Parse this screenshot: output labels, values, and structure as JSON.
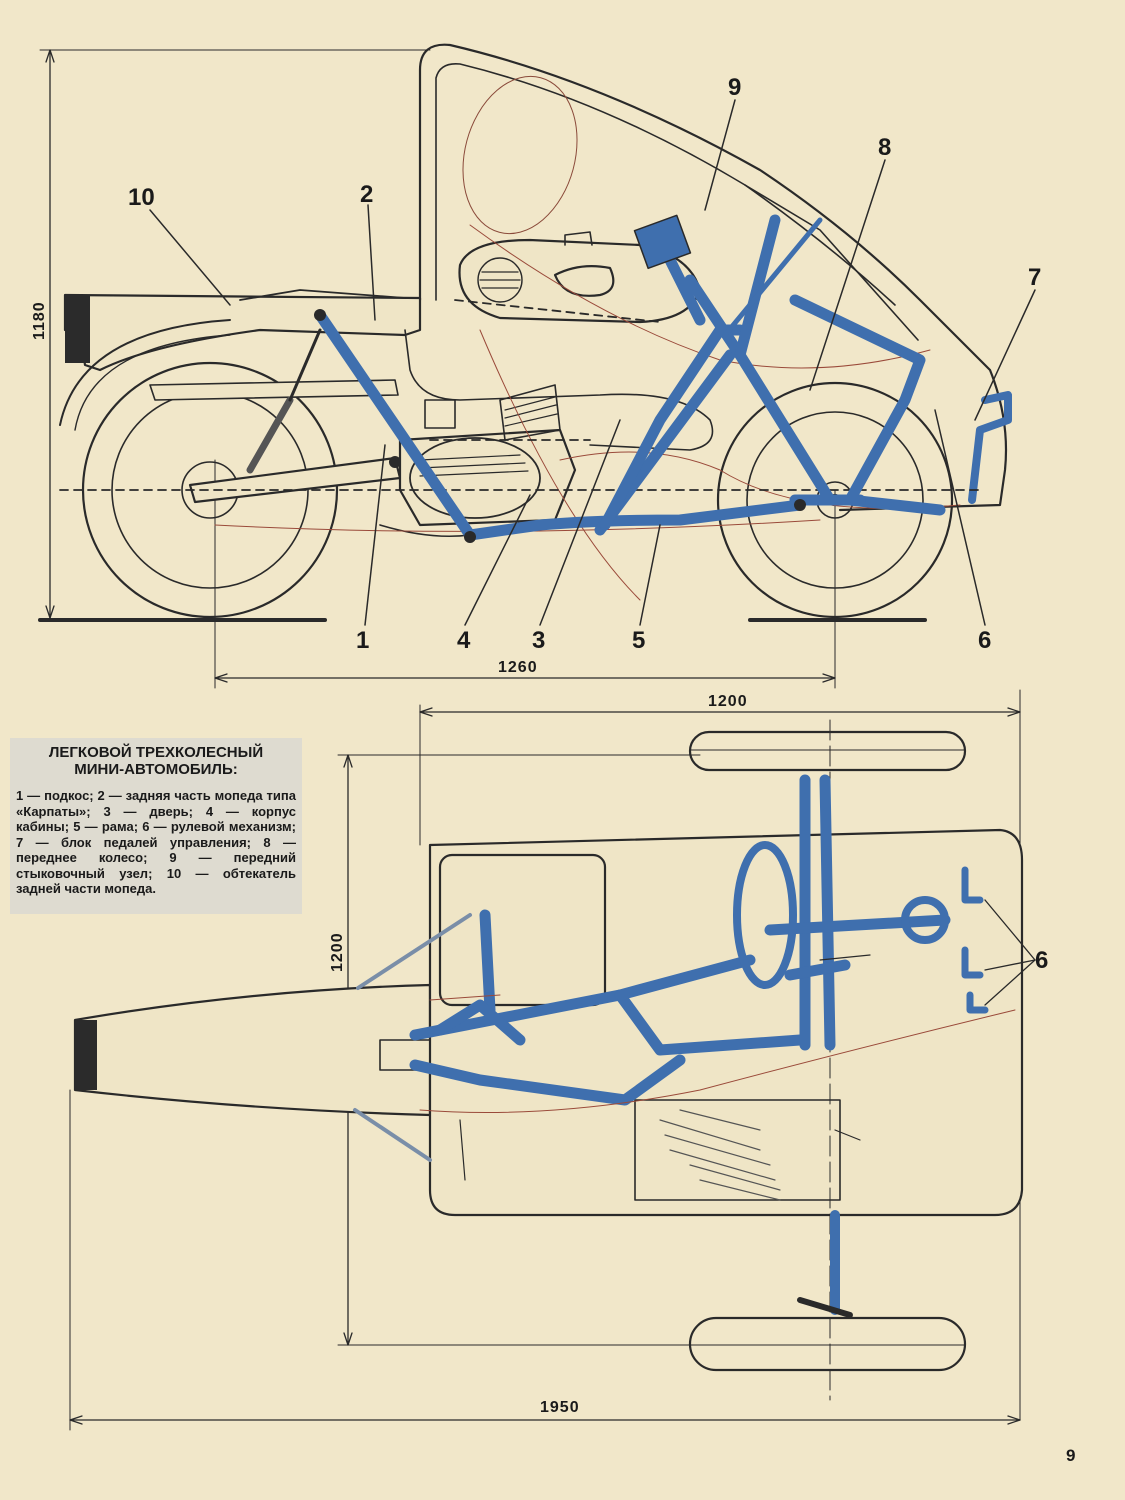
{
  "caption": {
    "title_line1": "ЛЕГКОВОЙ ТРЕХКОЛЕСНЫЙ",
    "title_line2": "МИНИ-АВТОМОБИЛЬ:",
    "legend": "1 — подкос; 2 — задняя часть мопеда типа «Карпаты»; 3 — дверь; 4 — корпус кабины; 5 — рама; 6 — рулевой механизм; 7 — блок педалей управления; 8 — переднее колесо; 9 — передний стыковочный узел; 10 — обтекатель задней части мопеда."
  },
  "side_view": {
    "callouts": {
      "n1": "1",
      "n2": "2",
      "n3": "3",
      "n4": "4",
      "n5": "5",
      "n6": "6",
      "n7": "7",
      "n8": "8",
      "n9": "9",
      "n10": "10"
    },
    "dim_height": "1180",
    "dim_wheelbase": "1260"
  },
  "top_view": {
    "callout_6": "6",
    "dim_track_top": "1200",
    "dim_width_side": "1200",
    "dim_length": "1950"
  },
  "page_number": "9",
  "colors": {
    "frame_blue": "#3f6fae",
    "line": "#2a2a2a",
    "paper": "#f1e7c9",
    "caption_bg": "#dedbd0"
  }
}
